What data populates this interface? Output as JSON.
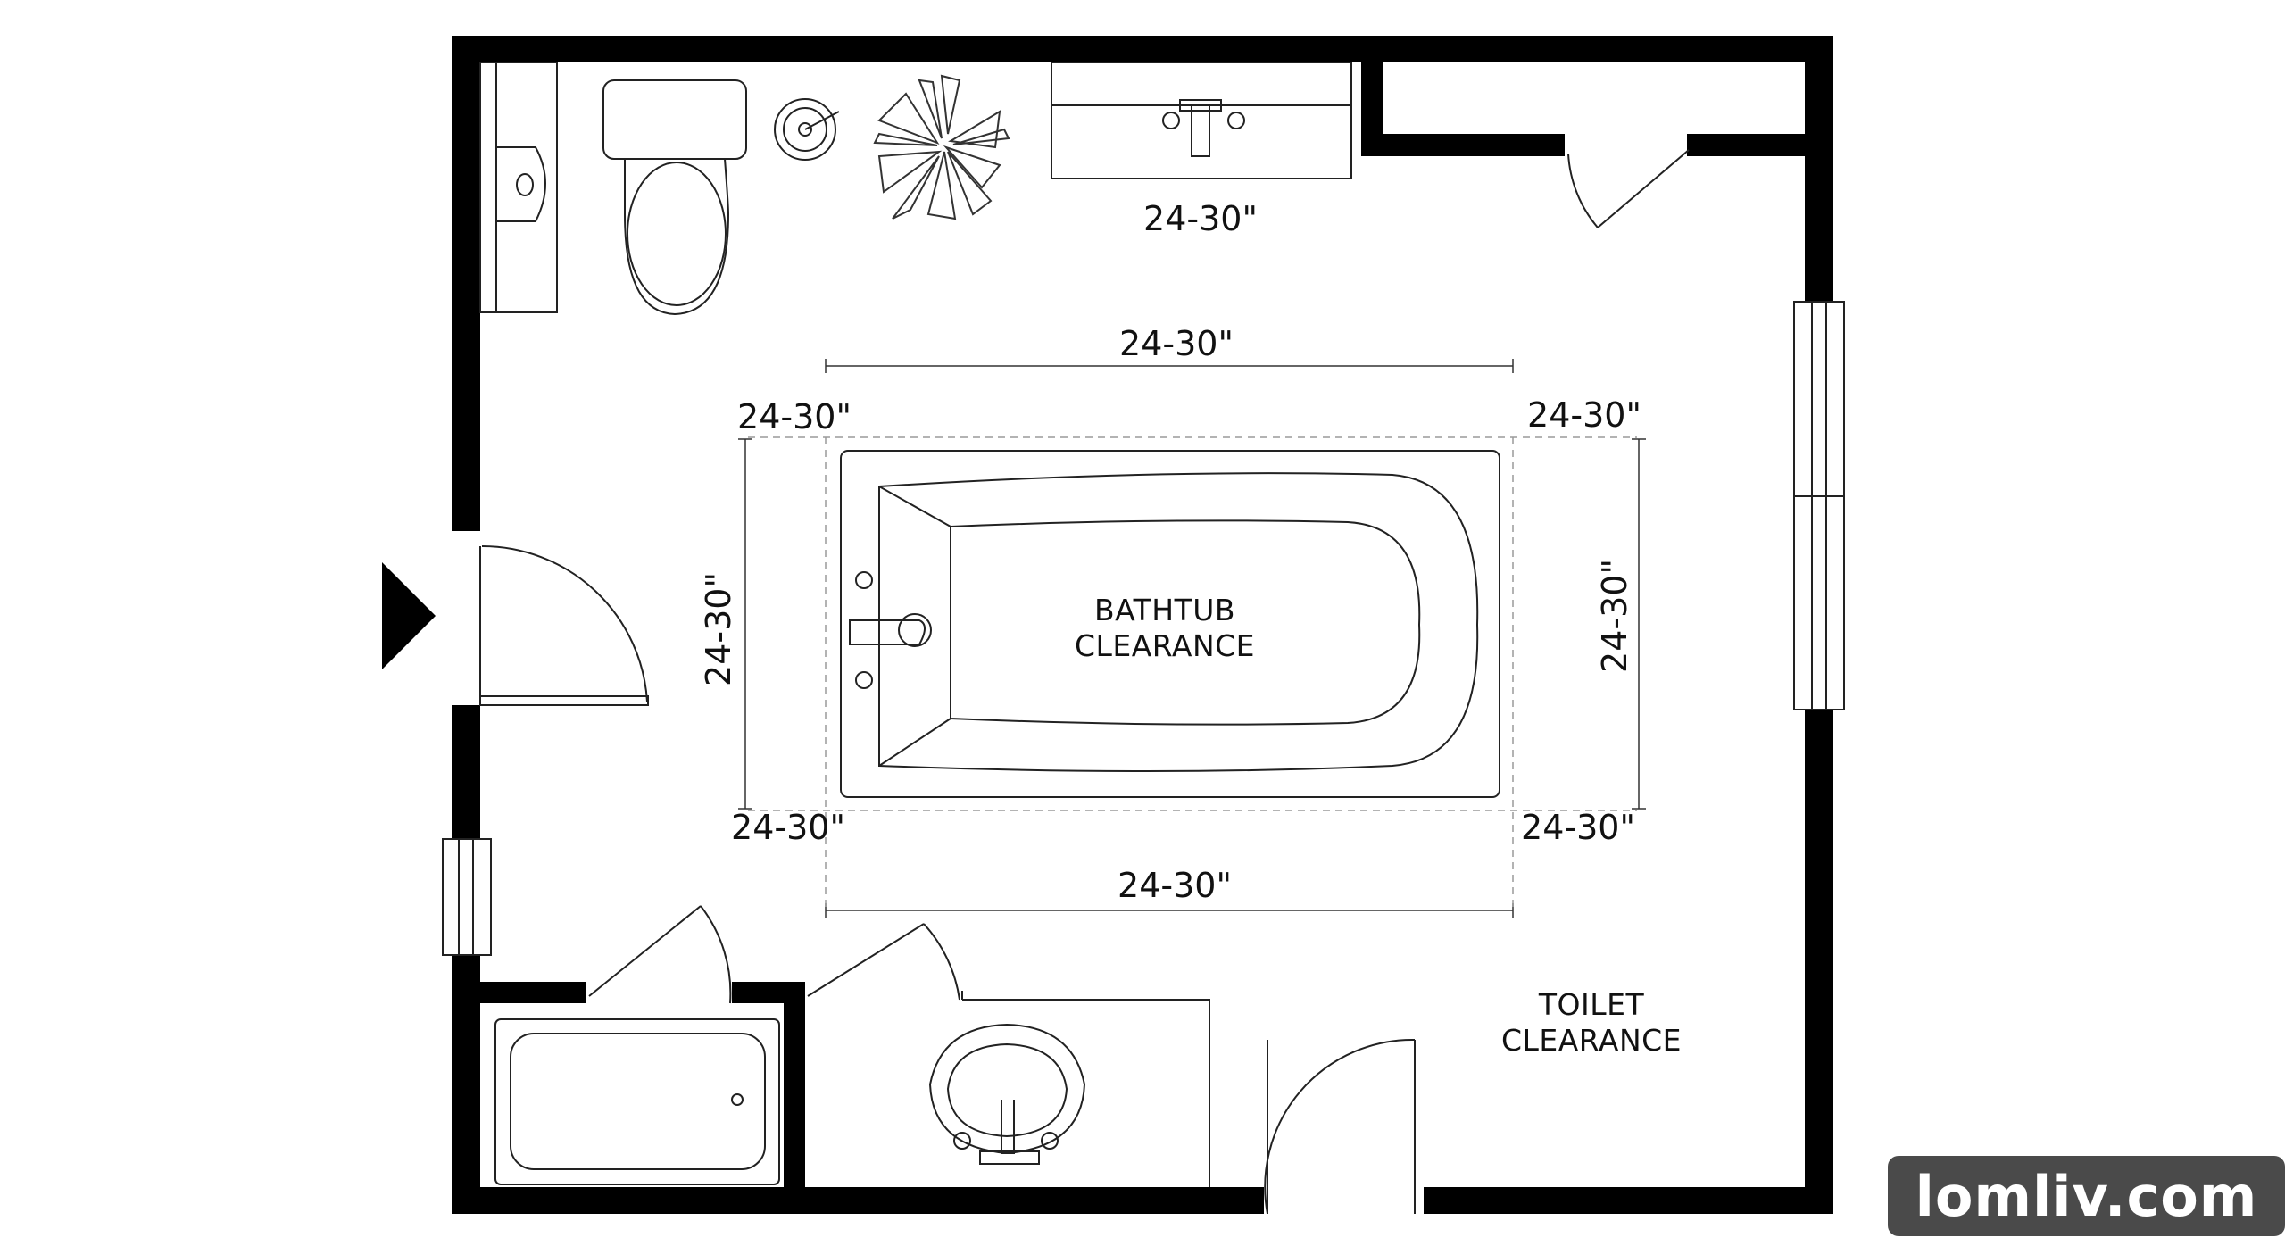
{
  "diagram": {
    "dimension_label": "24-30\"",
    "labels": {
      "bathtub_line1": "BATHTUB",
      "bathtub_line2": "CLEARANCE",
      "toilet_line1": "TOILET",
      "toilet_line2": "CLEARANCE"
    },
    "colors": {
      "wall": "#000000",
      "line": "#222222",
      "dashed": "#9a9a9a",
      "badge": "#4a4a4a"
    }
  },
  "watermark": {
    "text": "lomliv.com"
  }
}
